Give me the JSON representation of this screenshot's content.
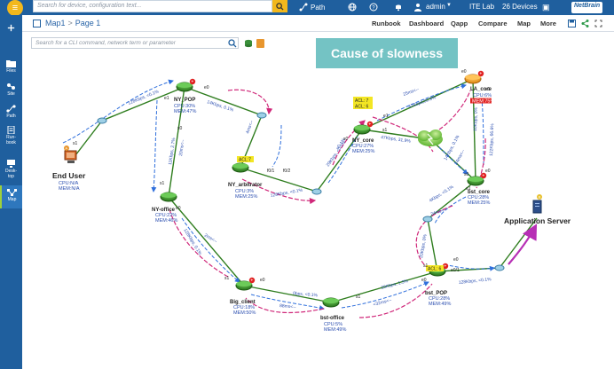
{
  "topbar": {
    "search_placeholder": "Search for device, configuration text...",
    "path_label": "Path",
    "user": "admin",
    "domain": "ITE Lab",
    "devices": "26 Devices",
    "logo": "NetBrain"
  },
  "sidebar": {
    "items": [
      {
        "label": "",
        "icon": "plus-icon"
      },
      {
        "label": "Files",
        "icon": "folder-icon"
      },
      {
        "label": "Site",
        "icon": "site-icon"
      },
      {
        "label": "Path",
        "icon": "path-icon"
      },
      {
        "label": "Run-\nbook",
        "icon": "runbook-icon"
      },
      {
        "label": "Desk-\ntop",
        "icon": "desktop-icon"
      },
      {
        "label": "Map",
        "icon": "map-icon"
      }
    ]
  },
  "subbar": {
    "breadcrumb_root": "Map1",
    "breadcrumb_page": "Page 1",
    "menu": [
      "Runbook",
      "Dashboard",
      "Qapp",
      "Compare",
      "Map",
      "More"
    ]
  },
  "canvas": {
    "cli_placeholder": "Search for a CLI command, network term or parameter",
    "callout": "Cause of slowness"
  },
  "colors": {
    "brand": "#1f5f9e",
    "accent": "#f2b81c",
    "link_green": "#2e7d1e",
    "traffic_blue": "#2f6fdc",
    "traffic_pink": "#d0287a",
    "alert_red": "#e02020"
  },
  "nodes": {
    "end_user": {
      "name": "End User",
      "cpu": "CPU:N/A",
      "mem": "MEM:N/A"
    },
    "ny_pop": {
      "name": "NY_POP",
      "cpu": "CPU:30%",
      "mem": "MEM:47%"
    },
    "ny_office": {
      "name": "NY-office",
      "cpu": "CPU:22%",
      "mem": "MEM:46%"
    },
    "ny_arbitrator": {
      "name": "NY_arbitrator",
      "cpu": "CPU:3%",
      "mem": "MEM:25%",
      "acl": "ACL:7"
    },
    "ny_core": {
      "name": "NY_core",
      "cpu": "CPU:27%",
      "mem": "MEM:25%",
      "acl1": "ACL: 7",
      "acl2": "ACL: 6"
    },
    "la_core": {
      "name": "LA_core",
      "cpu": "CPU:6%",
      "mem": "MEM:75%"
    },
    "bst_core": {
      "name": "bst_core",
      "cpu": "CPU:28%",
      "mem": "MEM:25%"
    },
    "big_client": {
      "name": "Big_client",
      "cpu": "CPU:18%",
      "mem": "MEM:50%"
    },
    "bst_office": {
      "name": "bst-office",
      "cpu": "CPU:5%",
      "mem": "MEM:49%"
    },
    "bst_pop": {
      "name": "bst_POP",
      "cpu": "CPU:28%",
      "mem": "MEM:49%",
      "acl": "ACL: 6"
    },
    "app_server": {
      "name": "Application Server"
    }
  },
  "edges": {
    "eu_pop": "128Kbps, <0.1%",
    "pop_arb": "14Kbps, 0.1%",
    "pop_arb_lat": "4ms<--",
    "pop_office": "11Kbps, 2.7%",
    "pop_office_lat": "20ms<--",
    "arb_bst": "128Kbps, <0.1%",
    "bst_nycore": "29Kbps, <0.1%",
    "bst_nycore_lat": "<0.1%",
    "nycore_la": "25ms<--",
    "nycore_la2": "47Kbps,31.9%",
    "nycore_cloud": "47Kbps, 31.9%",
    "cloud_bstcore": "14Kbps, 0.1%",
    "cloud_bstcore_lat": "24ms<--",
    "la_bstcore": "122Kbps, 66.6%",
    "la_bstcore2": "10Kbps, 0%",
    "bstcore_pop": "4Kbps, <0.1%",
    "bstcore_pop_lat": "24ms<--",
    "bstcore_pop2": "20Kbps, 0%",
    "office_big": "128Kbps, 0.1%",
    "office_big_lat": "2ms<--",
    "big_bstoff": "0bps, <0.1%",
    "big_bstoff_lat": "88ms<--",
    "bstoff_pop": "20Kbps, 1.3%",
    "bstoff_pop_lat": "<32ms<--",
    "pop_app": "128Kbps, <0.1%"
  },
  "ports": [
    "s1",
    "e0",
    "e1",
    "s0",
    "s1",
    "e0",
    "f0/1",
    "f0/2",
    "s0",
    "e1",
    "s1",
    "e0",
    "s1",
    "s0",
    "e0",
    "e1",
    "s1",
    "e0",
    "s1",
    "e0",
    "s1",
    "e0/1",
    "e0"
  ]
}
